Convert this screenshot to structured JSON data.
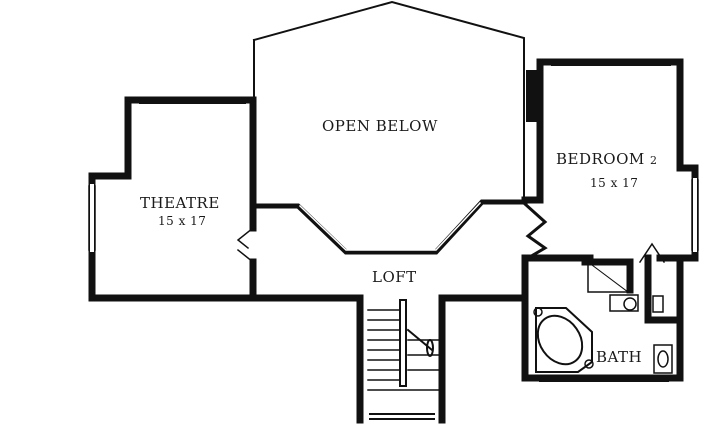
{
  "plan": {
    "colors": {
      "wall": "#111111",
      "background": "#ffffff",
      "text": "#1a1a1a"
    },
    "rooms": [
      {
        "id": "theatre",
        "label": "THEATRE",
        "dimensions": "15 x 17"
      },
      {
        "id": "open-below",
        "label": "OPEN BELOW"
      },
      {
        "id": "bedroom-2",
        "label": "BEDROOM",
        "number": "2",
        "dimensions": "15 x 17"
      },
      {
        "id": "loft",
        "label": "LOFT"
      },
      {
        "id": "bath",
        "label": "BATH"
      }
    ]
  }
}
